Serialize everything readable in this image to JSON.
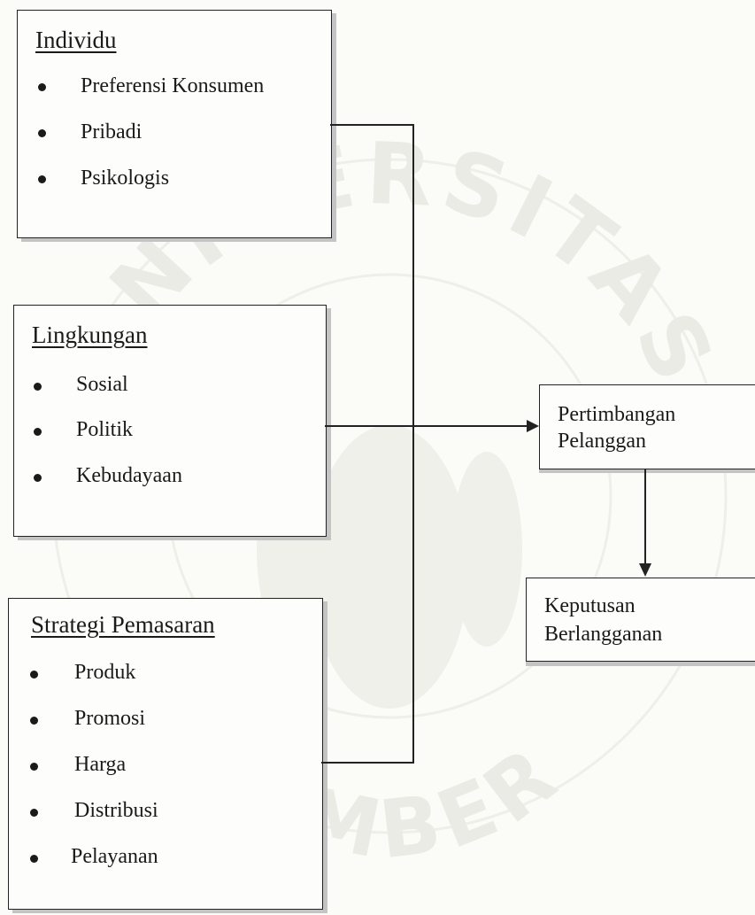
{
  "individu": {
    "title": "Individu",
    "items": [
      "Preferensi Konsumen",
      "Pribadi",
      "Psikologis"
    ]
  },
  "lingkungan": {
    "title": "Lingkungan",
    "items": [
      "Sosial",
      "Politik",
      "Kebudayaan"
    ]
  },
  "strategi": {
    "title": "Strategi Pemasaran",
    "items": [
      "Produk",
      "Promosi",
      "Harga",
      "Distribusi",
      "Pelayanan"
    ]
  },
  "pertimbangan": {
    "line1": "Pertimbangan",
    "line2": "Pelanggan"
  },
  "keputusan": {
    "line1": "Keputusan",
    "line2": "Berlangganan"
  },
  "watermark": {
    "text_top": "UNIVERSITAS",
    "text_bottom": "JEMBER",
    "color": "#e6e6e0"
  }
}
